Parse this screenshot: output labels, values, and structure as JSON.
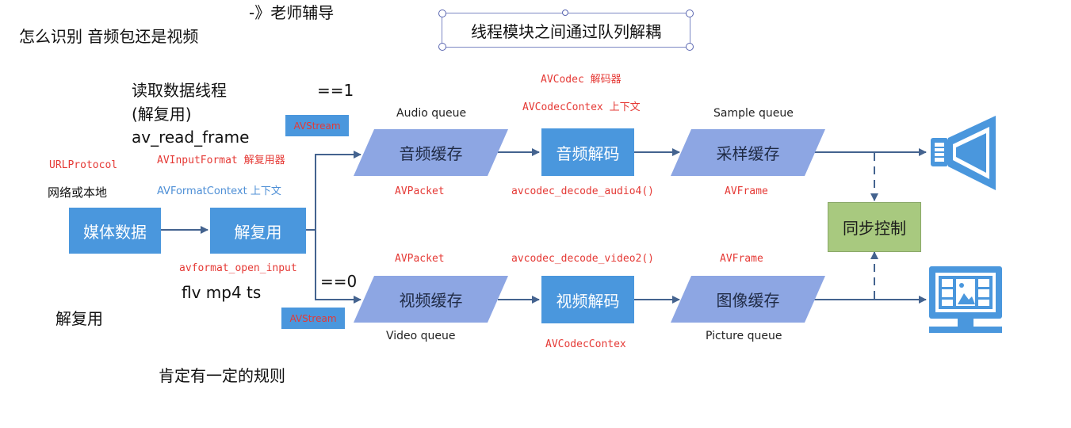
{
  "notes": {
    "teacher": "-》老师辅导",
    "how_identify": "怎么识别 音频包还是视频",
    "read_thread_1": "读取数据线程",
    "read_thread_2": "(解复用)",
    "read_thread_3": "av_read_frame",
    "eq1": "==1",
    "eq0": "==0",
    "formats": "flv  mp4 ts",
    "demux": "解复用",
    "rules": "肯定有一定的规则",
    "thread_decouple": "线程模块之间通过队列解耦"
  },
  "labels": {
    "urlprotocol": "URLProtocol",
    "network_or_local": "网络或本地",
    "avinputformat": "AVInputFormat 解复用器",
    "avformatcontext": "AVFormatContext 上下文",
    "avformat_open_input": "avformat_open_input",
    "avcodec": "AVCodec 解码器",
    "avcodeccontex_top": "AVCodecContex 上下文",
    "audio_queue": "Audio queue",
    "sample_queue": "Sample queue",
    "video_queue": "Video queue",
    "picture_queue": "Picture queue",
    "avpacket_audio": "AVPacket",
    "avpacket_video": "AVPacket",
    "decode_audio": "avcodec_decode_audio4()",
    "decode_video": "avcodec_decode_video2()",
    "avframe_audio": "AVFrame",
    "avframe_video": "AVFrame",
    "avcodeccontex_bottom": "AVCodecContex",
    "avstream_top": "AVStream",
    "avstream_bottom": "AVStream"
  },
  "boxes": {
    "media_data": "媒体数据",
    "demux": "解复用",
    "audio_buffer": "音频缓存",
    "audio_decode": "音频解码",
    "sample_buffer": "采样缓存",
    "video_buffer": "视频缓存",
    "video_decode": "视频解码",
    "image_buffer": "图像缓存",
    "sync_control": "同步控制"
  },
  "icons": {
    "speaker": "speaker-icon",
    "monitor": "monitor-icon"
  },
  "colors": {
    "box_blue": "#4a97dd",
    "para_blue": "#8da6e3",
    "arrow": "#44638f",
    "sync_green": "#a8c97f",
    "red_text": "#e53935",
    "label_blue": "#4e8fd6"
  }
}
